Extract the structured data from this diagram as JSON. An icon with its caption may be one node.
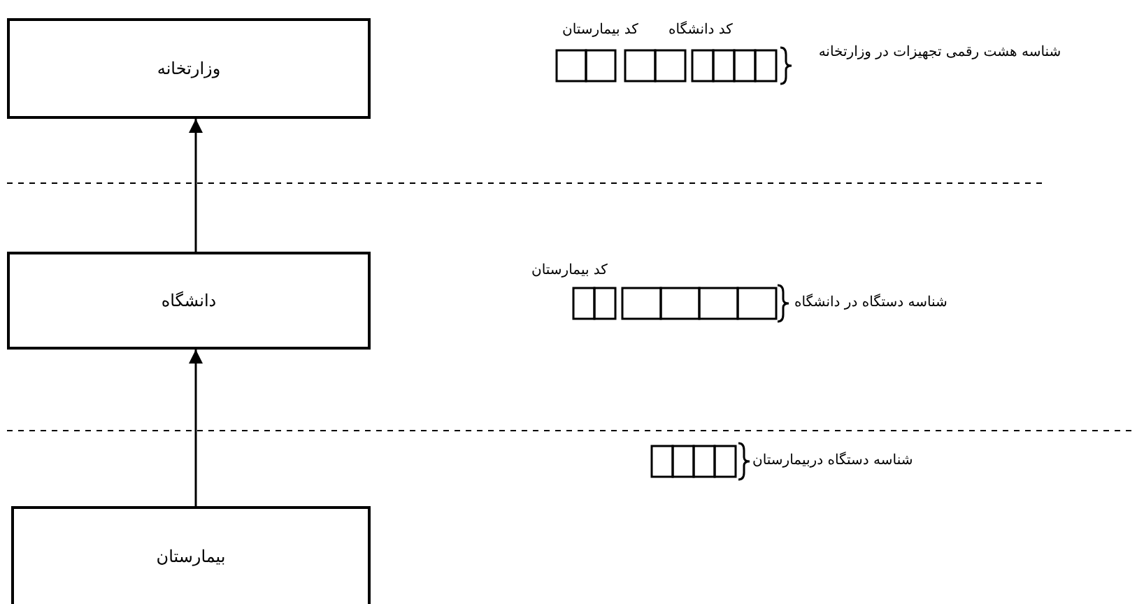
{
  "diagram": {
    "nodes": [
      {
        "text": [
          "وزارتخانه"
        ]
      },
      {
        "text": [
          "دانشگاه"
        ]
      },
      {
        "text": [
          "بیمارستان"
        ]
      }
    ],
    "edges": [
      {
        "from": 1,
        "to": 0,
        "arrow": "to"
      },
      {
        "from": 2,
        "to": 1,
        "arrow": "to"
      }
    ],
    "labels": [
      "کد بیمارستان",
      "کد دانشگاه",
      "شناسه هشت رقمی تجهیزات در وزارتخانه",
      "کد بیمارستان",
      "شناسه دستگاه در دانشگاه",
      "شناسه دستگاه دربیمارستان"
    ]
  }
}
